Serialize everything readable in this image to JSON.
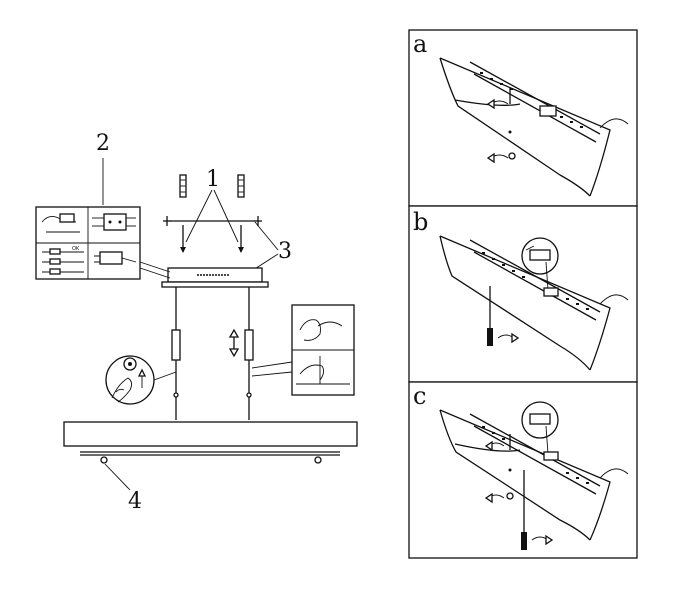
{
  "main_diagram": {
    "callouts": [
      "1",
      "2",
      "3",
      "4"
    ],
    "wiring_inset_text": {
      "ok_label": "OK"
    }
  },
  "panels": [
    {
      "id": "a",
      "letter": "a"
    },
    {
      "id": "b",
      "letter": "b"
    },
    {
      "id": "c",
      "letter": "c"
    }
  ],
  "icons": [
    "screw-icon",
    "wall-anchor-icon",
    "rotate-arrow-icon",
    "up-down-arrow-icon",
    "hand-icon",
    "terminal-block-icon"
  ]
}
